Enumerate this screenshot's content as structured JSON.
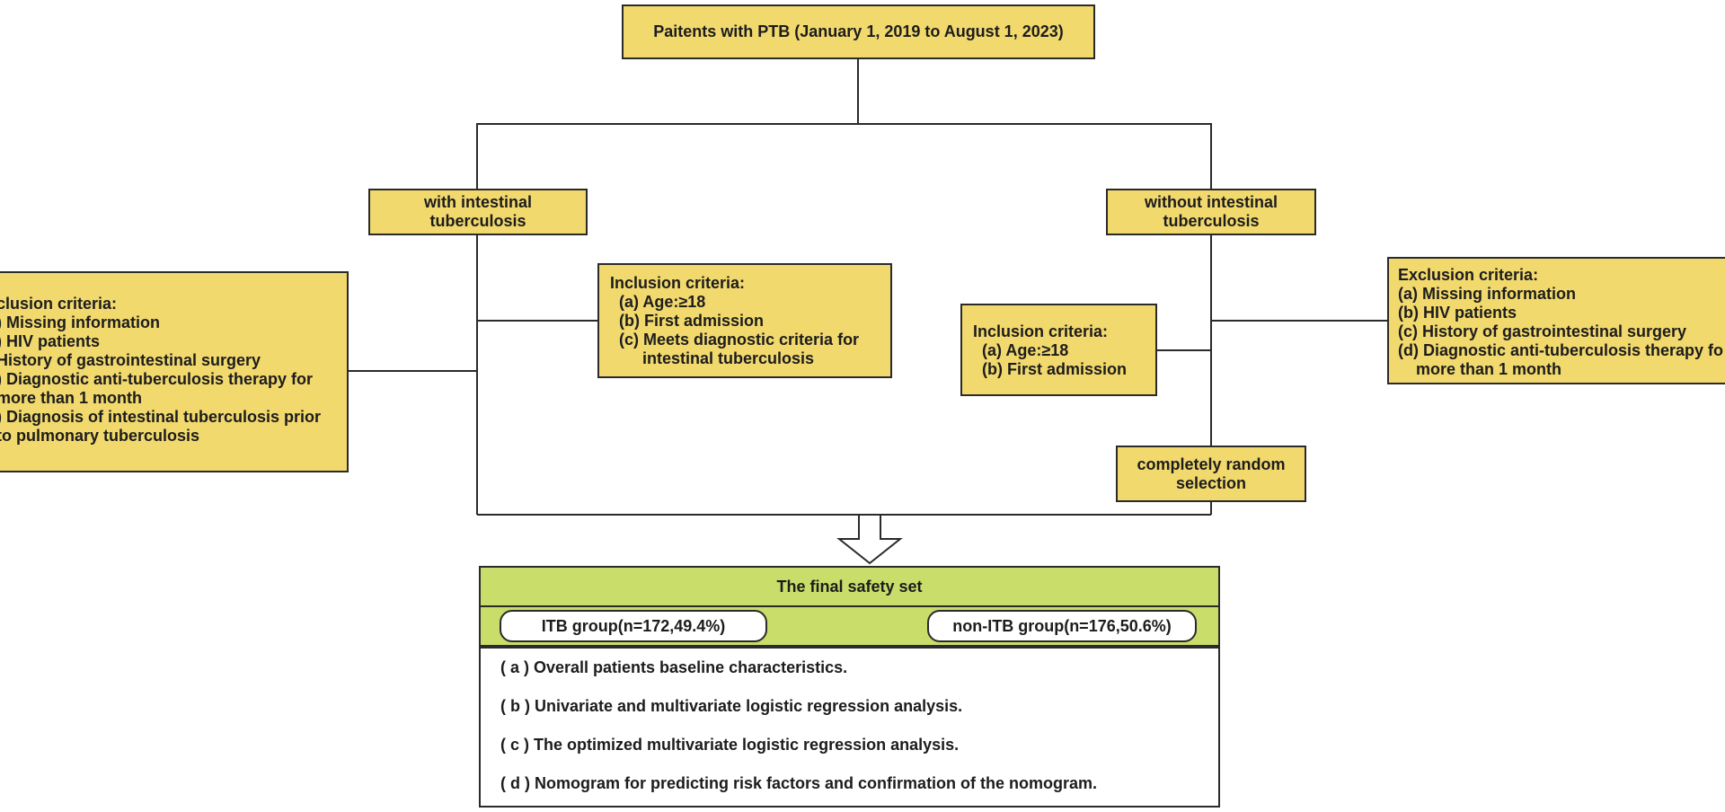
{
  "top_box": "Paitents with PTB  (January 1, 2019 to August 1, 2023)",
  "left_branch": {
    "line1": "with intestinal",
    "line2": "tuberculosis"
  },
  "right_branch": {
    "line1": "without intestinal",
    "line2": "tuberculosis"
  },
  "left_exclusion": {
    "lines": [
      "clusion criteria:",
      ") Missing information",
      ") HIV patients",
      " History of gastrointestinal surgery",
      ") Diagnostic anti-tuberculosis therapy for",
      "more than 1 month",
      ") Diagnosis of intestinal tuberculosis prior",
      "to pulmonary tuberculosis"
    ]
  },
  "left_inclusion": {
    "title": "Inclusion criteria:",
    "items": [
      "(a)  Age:≥18",
      "(b)  First admission",
      "(c)   Meets diagnostic criteria for"
    ],
    "continuation": "intestinal tuberculosis"
  },
  "right_inclusion": {
    "title": "Inclusion criteria:",
    "items": [
      "(a)  Age:≥18",
      "(b)  First admission"
    ]
  },
  "right_exclusion": {
    "title": "Exclusion criteria:",
    "items": [
      "(a) Missing information",
      "(b) HIV patients",
      "(c) History of gastrointestinal surgery",
      "(d) Diagnostic anti-tuberculosis therapy fo"
    ],
    "continuation": "more than 1 month"
  },
  "random_box": {
    "line1": "completely random",
    "line2": "selection"
  },
  "final_set": {
    "title": "The final safety set",
    "itb_group": "ITB group(n=172,49.4%)",
    "non_itb_group": "non-ITB group(n=176,50.6%)"
  },
  "analyses": [
    "( a ) Overall patients baseline characteristics.",
    "( b ) Univariate and multivariate logistic regression analysis.",
    "( c ) The optimized multivariate logistic regression analysis.",
    "( d ) Nomogram for predicting risk factors and confirmation of the nomogram."
  ],
  "colors": {
    "box_fill": "#f2d96e",
    "green_fill": "#c9dd6a",
    "stroke": "#2a2a2a"
  }
}
